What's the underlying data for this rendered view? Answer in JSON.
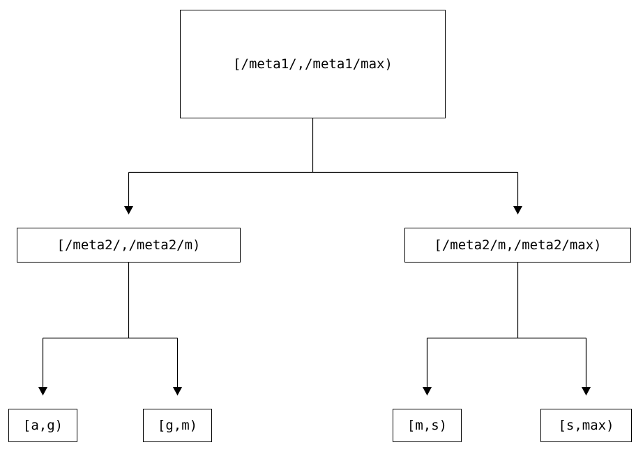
{
  "diagram": {
    "type": "interval-partition-tree",
    "nodes": {
      "root": {
        "label": "[/meta1/,/meta1/max)"
      },
      "left": {
        "label": "[/meta2/,/meta2/m)"
      },
      "right": {
        "label": "[/meta2/m,/meta2/max)"
      },
      "leaf1": {
        "label": "[a,g)"
      },
      "leaf2": {
        "label": "[g,m)"
      },
      "leaf3": {
        "label": "[m,s)"
      },
      "leaf4": {
        "label": "[s,max)"
      }
    },
    "edges": [
      {
        "from": "root",
        "to": "left"
      },
      {
        "from": "root",
        "to": "right"
      },
      {
        "from": "left",
        "to": "leaf1"
      },
      {
        "from": "left",
        "to": "leaf2"
      },
      {
        "from": "right",
        "to": "leaf3"
      },
      {
        "from": "right",
        "to": "leaf4"
      }
    ],
    "colors": {
      "line": "#000000",
      "box_border": "#000000",
      "background": "#ffffff",
      "text": "#000000"
    }
  }
}
